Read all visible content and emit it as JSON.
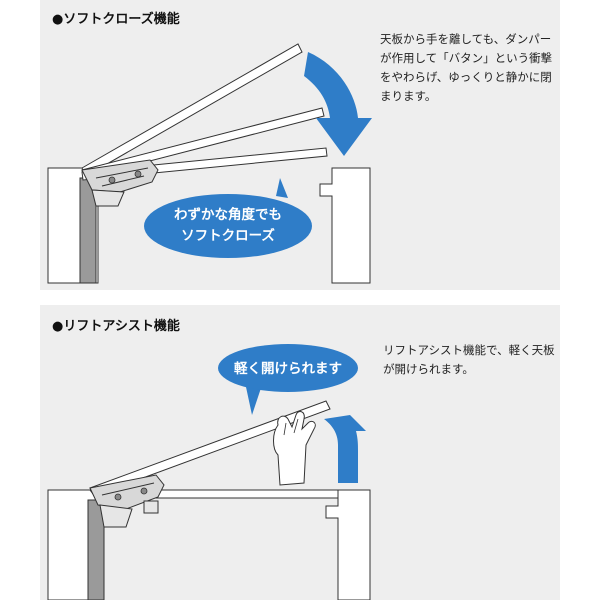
{
  "soft_close": {
    "heading": "●ソフトクローズ機能",
    "description": "天板から手を離しても、ダンパーが作用して「バタン」という衝撃をやわらげ、ゆっくりと静かに閉まります。",
    "bubble_line1": "わずかな角度でも",
    "bubble_line2": "ソフトクローズ"
  },
  "lift_assist": {
    "heading": "●リフトアシスト機能",
    "description": "リフトアシスト機能で、軽く天板が開けられます。",
    "bubble": "軽く開けられます"
  },
  "colors": {
    "panel_bg": "#eeeeee",
    "accent_blue": "#2f7dc8",
    "furniture_white": "#ffffff",
    "post_gray": "#9a9a9a"
  }
}
